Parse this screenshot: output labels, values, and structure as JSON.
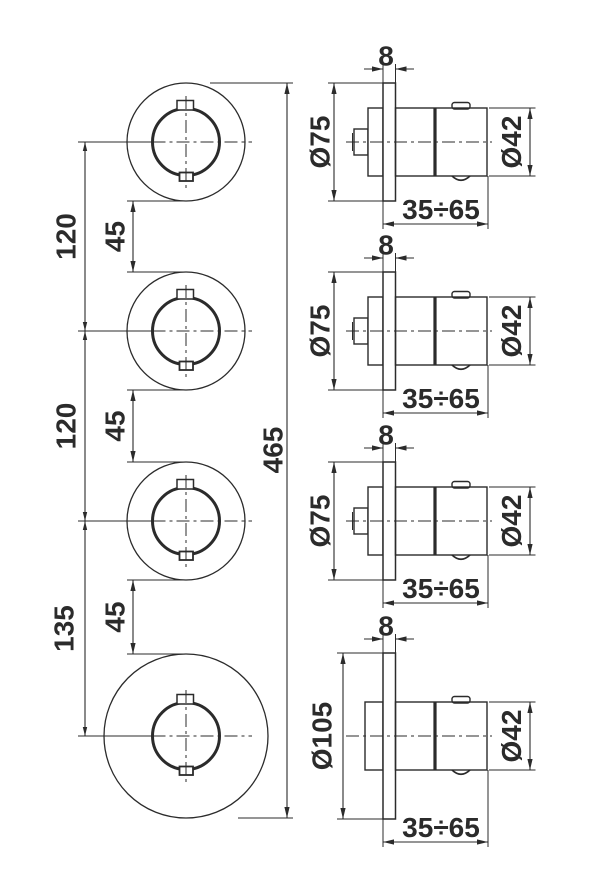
{
  "colors": {
    "background": "#ffffff",
    "line": "#2b2b2b"
  },
  "diagram": {
    "front_view": {
      "overall_length": "465",
      "center_spacings": [
        "120",
        "120",
        "135"
      ],
      "edge_gaps": [
        "45",
        "45",
        "45"
      ]
    },
    "side_views": [
      {
        "plate_thickness": "8",
        "plate_diameter": "Ø75",
        "handle_diameter": "Ø42",
        "mounting_depth": "35÷65"
      },
      {
        "plate_thickness": "8",
        "plate_diameter": "Ø75",
        "handle_diameter": "Ø42",
        "mounting_depth": "35÷65"
      },
      {
        "plate_thickness": "8",
        "plate_diameter": "Ø75",
        "handle_diameter": "Ø42",
        "mounting_depth": "35÷65"
      },
      {
        "plate_thickness": "8",
        "plate_diameter": "Ø105",
        "handle_diameter": "Ø42",
        "mounting_depth": "35÷65"
      }
    ]
  }
}
